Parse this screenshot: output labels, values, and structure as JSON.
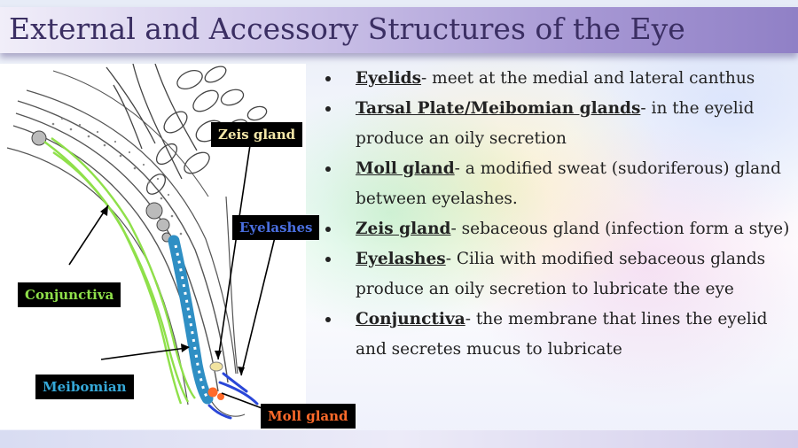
{
  "title": "External and Accessory Structures of the Eye",
  "labels": {
    "zeis": "Zeis gland",
    "eyelashes": "Eyelashes",
    "conjunctiva": "Conjunctiva",
    "meibomian": "Meibomian",
    "moll": "Moll gland"
  },
  "label_colors": {
    "zeis": "#f2e6a8",
    "eyelashes": "#4a6fe0",
    "conjunctiva": "#8fe04a",
    "meibomian": "#35a8d8",
    "moll": "#ff6a2a"
  },
  "bullets": [
    {
      "term": "Eyelids",
      "text": "- meet at the medial and lateral canthus"
    },
    {
      "term": "Tarsal Plate/Meibomian glands",
      "text": "- in the eyelid produce an oily secretion"
    },
    {
      "term": "Moll gland",
      "text": "- a modified sweat (sudoriferous) gland between eyelashes."
    },
    {
      "term": "Zeis gland",
      "text": "- sebaceous gland (infection form a stye)"
    },
    {
      "term": "Eyelashes",
      "text": "- Cilia with modified sebaceous glands produce an oily secretion to lubricate the eye"
    },
    {
      "term": "Conjunctiva",
      "text": "- the membrane that lines the eyelid and secretes mucus to lubricate"
    }
  ]
}
